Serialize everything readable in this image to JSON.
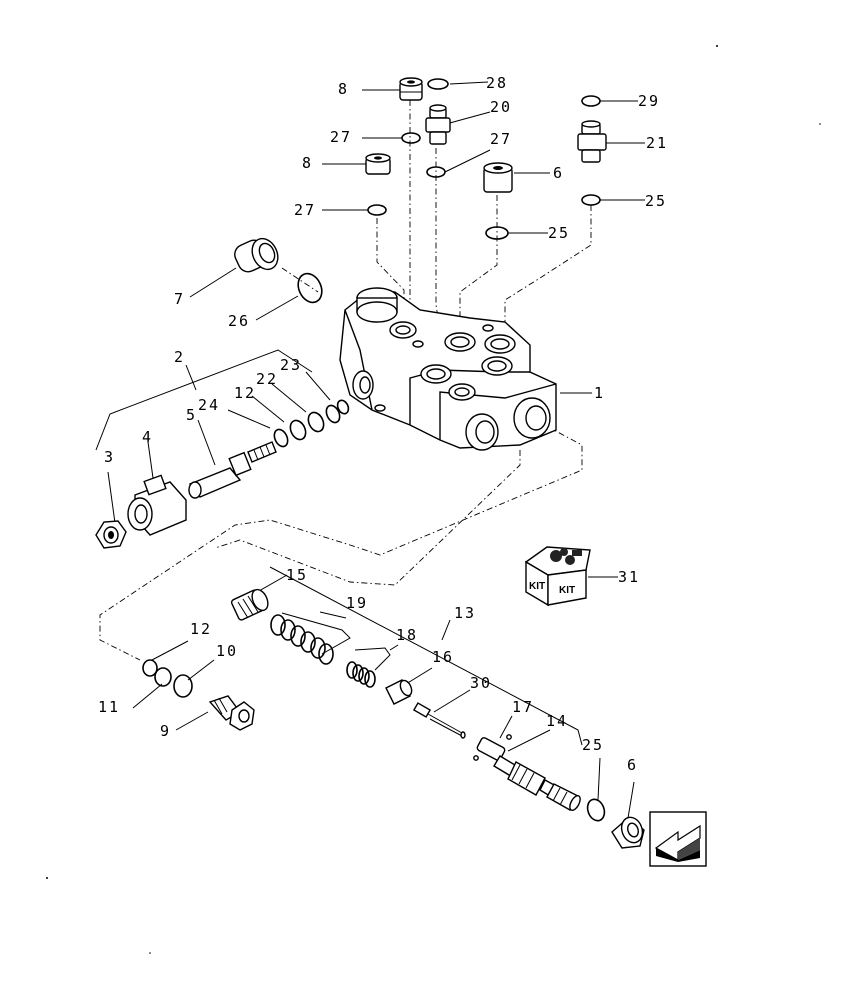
{
  "callouts": [
    {
      "id": "c1",
      "text": "1"
    },
    {
      "id": "c2",
      "text": "2"
    },
    {
      "id": "c3",
      "text": "3"
    },
    {
      "id": "c4",
      "text": "4"
    },
    {
      "id": "c5",
      "text": "5"
    },
    {
      "id": "c6a",
      "text": "6"
    },
    {
      "id": "c6b",
      "text": "6"
    },
    {
      "id": "c7",
      "text": "7"
    },
    {
      "id": "c8a",
      "text": "8"
    },
    {
      "id": "c8b",
      "text": "8"
    },
    {
      "id": "c9",
      "text": "9"
    },
    {
      "id": "c10",
      "text": "10"
    },
    {
      "id": "c11",
      "text": "11"
    },
    {
      "id": "c12a",
      "text": "12"
    },
    {
      "id": "c12b",
      "text": "12"
    },
    {
      "id": "c13",
      "text": "13"
    },
    {
      "id": "c14",
      "text": "14"
    },
    {
      "id": "c15",
      "text": "15"
    },
    {
      "id": "c16",
      "text": "16"
    },
    {
      "id": "c17",
      "text": "17"
    },
    {
      "id": "c18",
      "text": "18"
    },
    {
      "id": "c19",
      "text": "19"
    },
    {
      "id": "c20",
      "text": "20"
    },
    {
      "id": "c21",
      "text": "21"
    },
    {
      "id": "c22",
      "text": "22"
    },
    {
      "id": "c23",
      "text": "23"
    },
    {
      "id": "c24",
      "text": "24"
    },
    {
      "id": "c25a",
      "text": "25"
    },
    {
      "id": "c25b",
      "text": "25"
    },
    {
      "id": "c25c",
      "text": "25"
    },
    {
      "id": "c26",
      "text": "26"
    },
    {
      "id": "c27a",
      "text": "27"
    },
    {
      "id": "c27b",
      "text": "27"
    },
    {
      "id": "c27c",
      "text": "27"
    },
    {
      "id": "c28",
      "text": "28"
    },
    {
      "id": "c29",
      "text": "29"
    },
    {
      "id": "c30",
      "text": "30"
    },
    {
      "id": "c31",
      "text": "31"
    }
  ],
  "kit_box": {
    "label_left": "KIT",
    "label_right": "KIT"
  },
  "icons": {
    "nav_arrow": "arrow-next-page-icon"
  }
}
